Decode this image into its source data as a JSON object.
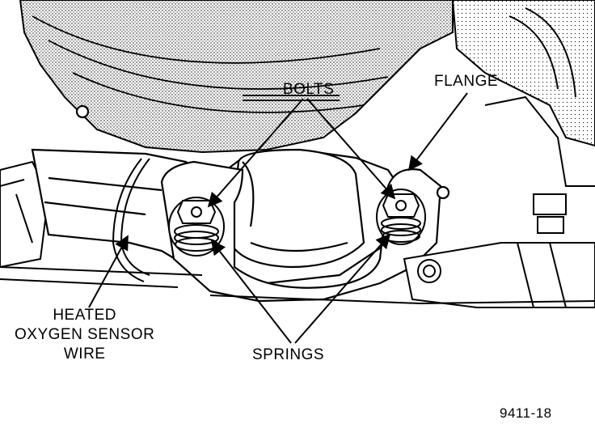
{
  "labels": {
    "bolts": "BOLTS",
    "flange": "FLANGE",
    "springs": "SPRINGS",
    "sensor_line1": "HEATED",
    "sensor_line2": "OXYGEN SENSOR",
    "sensor_line3": "WIRE"
  },
  "figure_number": "9411-18",
  "colors": {
    "ink": "#000000",
    "paper": "#ffffff"
  }
}
